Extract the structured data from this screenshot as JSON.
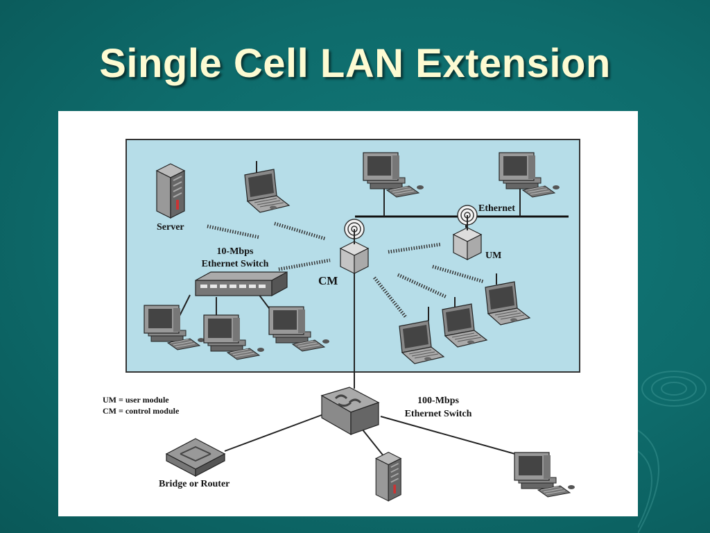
{
  "slide": {
    "title": "Single Cell LAN Extension",
    "colors": {
      "background": "#0e6b6b",
      "title": "#fdfbd2",
      "cell": "#b6dde8",
      "panel": "#ffffff"
    }
  },
  "diagram": {
    "labels": {
      "server": "Server",
      "switch10_line1": "10-Mbps",
      "switch10_line2": "Ethernet Switch",
      "cm": "CM",
      "um": "UM",
      "ethernet": "Ethernet",
      "switch100_line1": "100-Mbps",
      "switch100_line2": "Ethernet Switch",
      "bridge": "Bridge or Router"
    },
    "legend": [
      "UM = user module",
      "CM = control module"
    ],
    "icons": [
      "server-icon",
      "laptop-icon",
      "desktop-pc-icon",
      "ethernet-switch-icon",
      "control-module-icon",
      "user-module-icon",
      "hub-icon",
      "bridge-router-icon",
      "radio-link-icon"
    ]
  }
}
